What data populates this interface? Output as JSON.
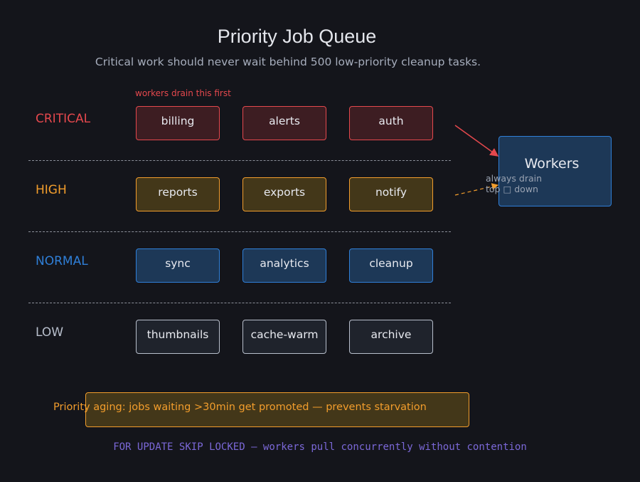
{
  "title": "Priority Job Queue",
  "subtitle": "Critical work should never wait behind 500 low-priority cleanup tasks.",
  "first_note": "workers drain this first",
  "tiers": [
    {
      "label": "CRITICAL",
      "color": "#e5484d",
      "jobs": [
        "billing",
        "alerts",
        "auth"
      ]
    },
    {
      "label": "HIGH",
      "color": "#f29d2c",
      "jobs": [
        "reports",
        "exports",
        "notify"
      ]
    },
    {
      "label": "NORMAL",
      "color": "#2f7fd8",
      "jobs": [
        "sync",
        "analytics",
        "cleanup"
      ]
    },
    {
      "label": "LOW",
      "color": "#b8bfcc",
      "jobs": [
        "thumbnails",
        "cache-warm",
        "archive"
      ]
    }
  ],
  "workers": {
    "label": "Workers",
    "note_line1": "always drain",
    "note_line2": "top □ down"
  },
  "aging_note": "Priority aging: jobs waiting >30min get promoted — prevents starvation",
  "footer": "FOR UPDATE SKIP LOCKED — workers pull concurrently without contention"
}
